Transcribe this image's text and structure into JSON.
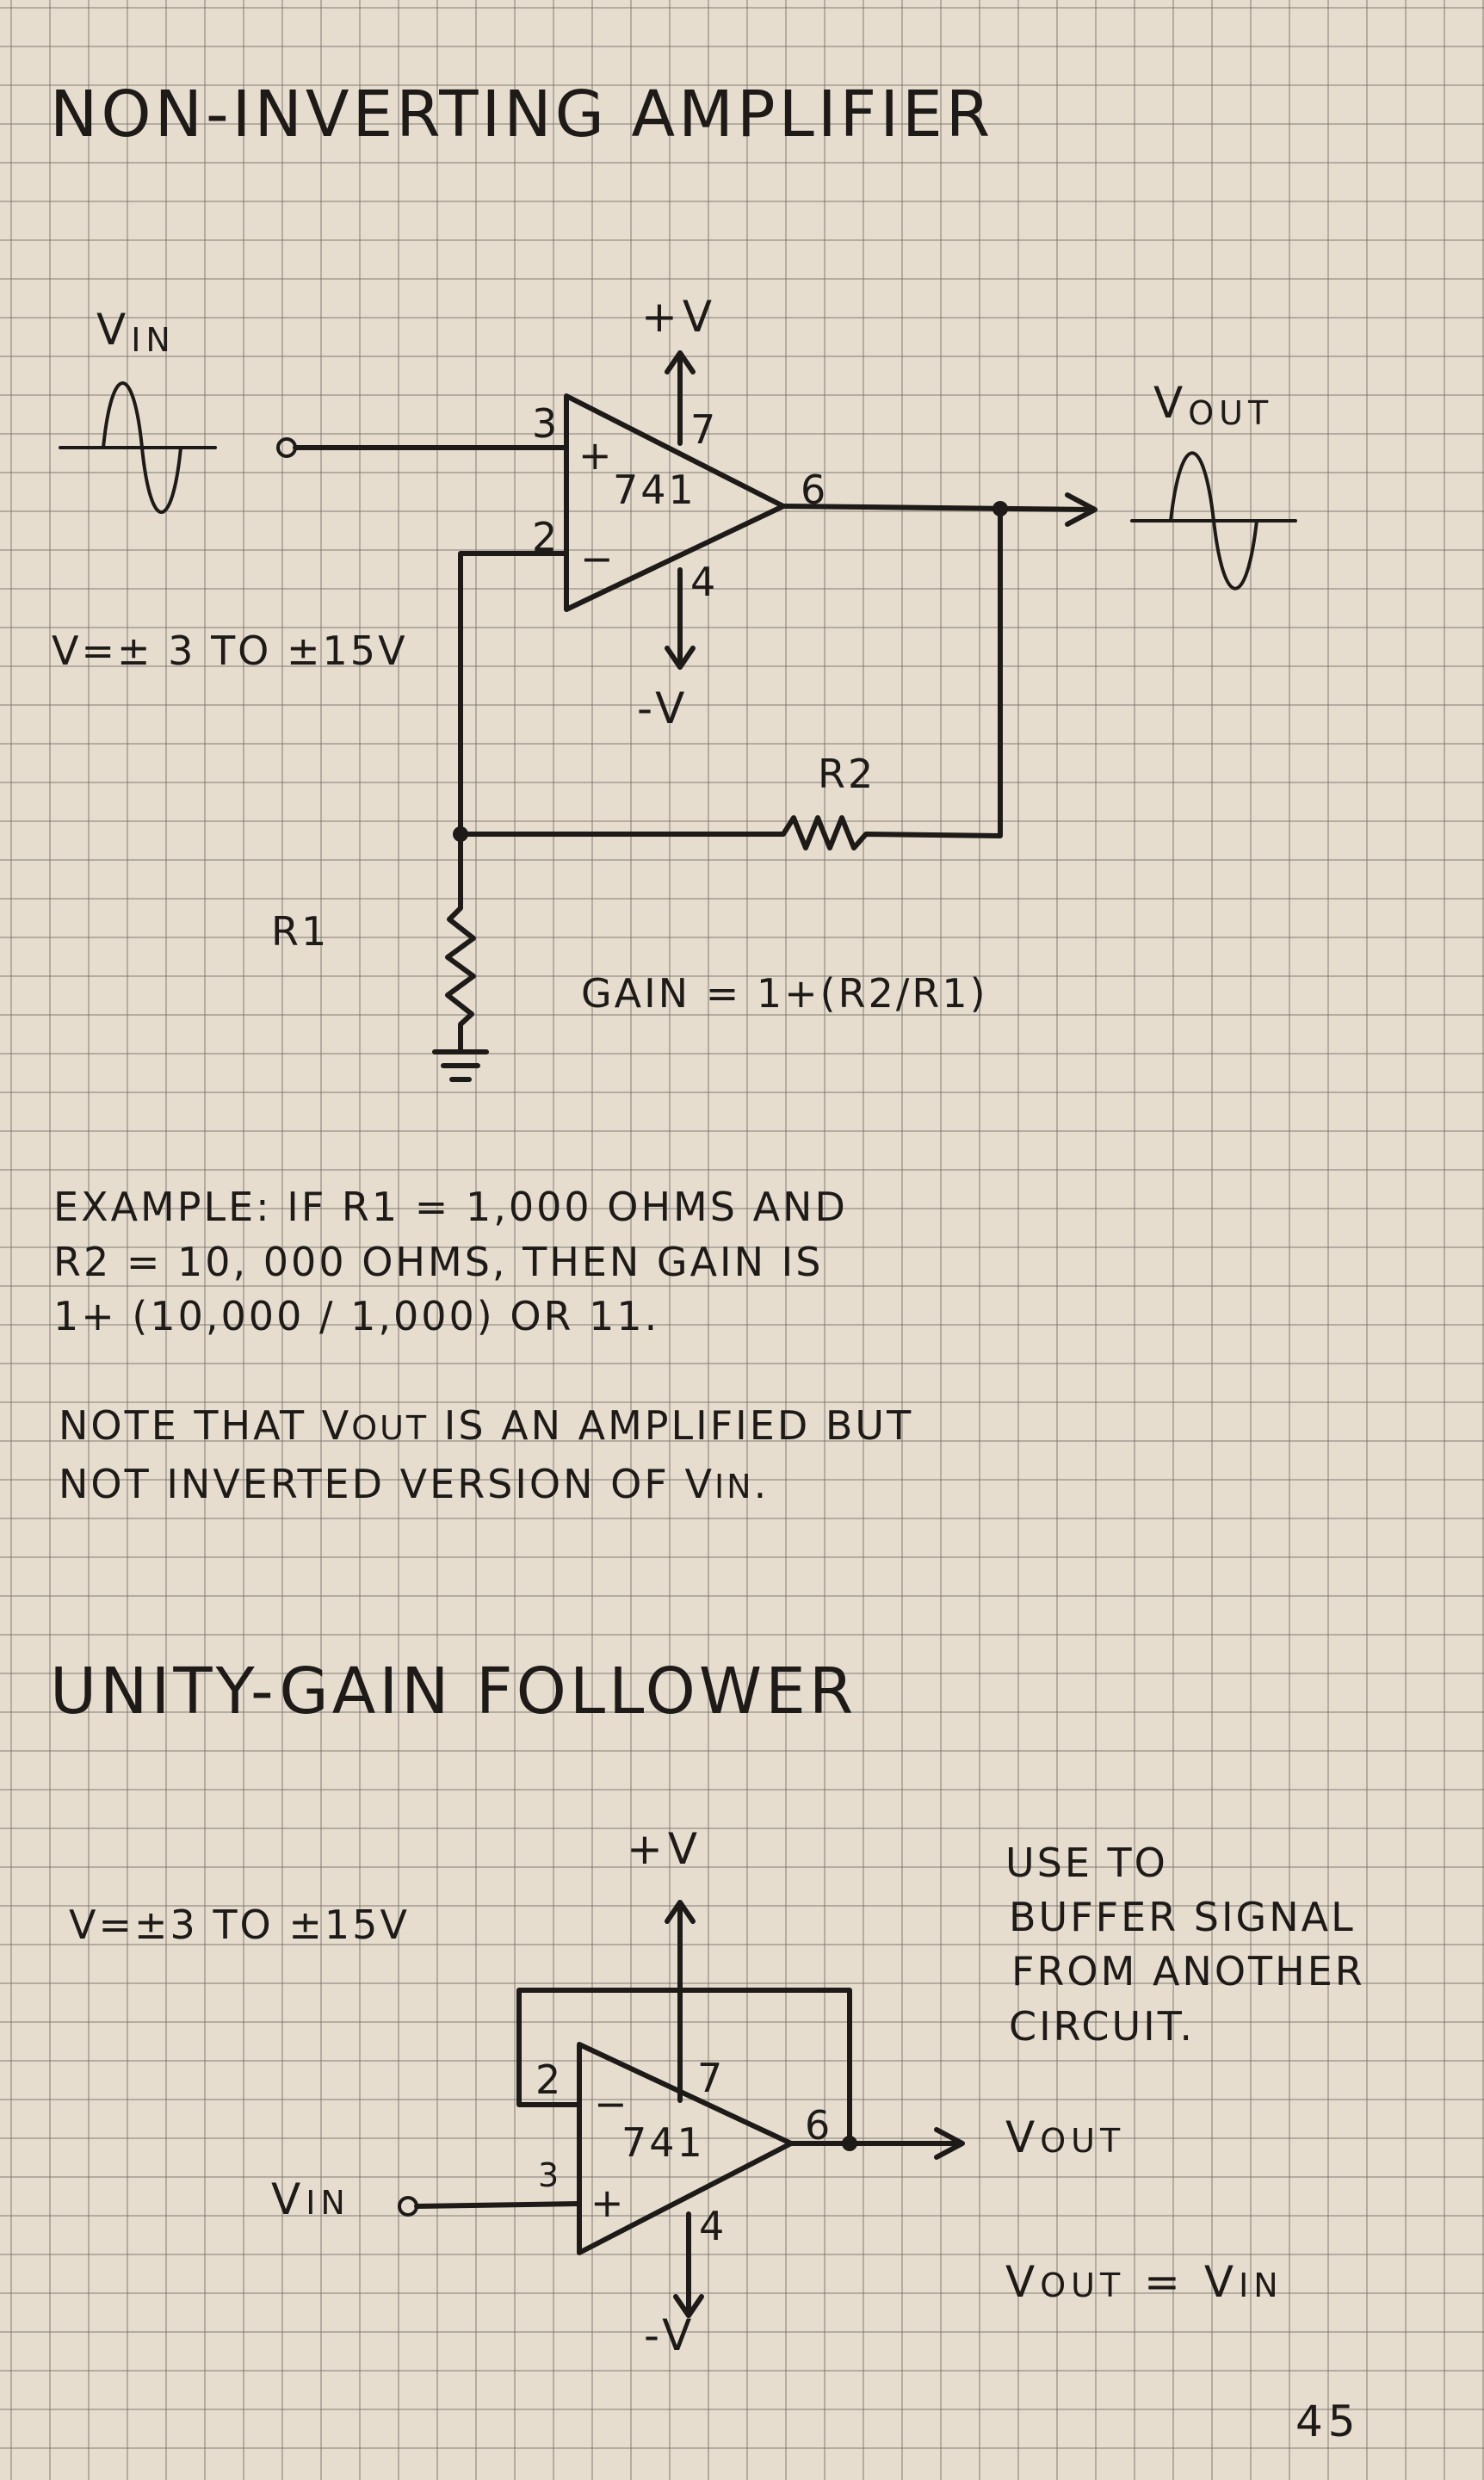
{
  "section1": {
    "title": "NON-INVERTING AMPLIFIER",
    "vin": {
      "main": "V",
      "sub": "IN"
    },
    "vout": {
      "main": "V",
      "sub": "OUT"
    },
    "plus_v": "+V",
    "minus_v": "-V",
    "chip": "741",
    "pins": {
      "p3": "3",
      "p2": "2",
      "p7": "7",
      "p4": "4",
      "p6": "6"
    },
    "plus_sign": "+",
    "minus_sign": "−",
    "supply": "V=± 3 TO ±15V",
    "r1": "R1",
    "r2": "R2",
    "gain": "GAIN = 1+(R2/R1)",
    "example": [
      "EXAMPLE:  IF  R1 = 1,000  OHMS  AND",
      "R2 = 10, 000  OHMS,  THEN  GAIN  IS",
      "1+ (10,000 / 1,000)  OR  11."
    ],
    "note": {
      "line1_a": "NOTE  THAT  ",
      "line1_b": "  IS  AN  AMPLIFIED  BUT",
      "line2_a": "NOT  INVERTED  VERSION  OF  ",
      "line2_b": "."
    }
  },
  "section2": {
    "title": "UNITY-GAIN  FOLLOWER",
    "supply": "V=±3 TO ±15V",
    "plus_v": "+V",
    "minus_v": "-V",
    "chip": "741",
    "pins": {
      "p2": "2",
      "p3": "3",
      "p7": "7",
      "p4": "4",
      "p6": "6"
    },
    "plus_sign": "+",
    "minus_sign": "−",
    "vin": {
      "main": "V",
      "sub": "IN"
    },
    "vout": {
      "main": "V",
      "sub": "OUT"
    },
    "usage": [
      "USE  TO",
      "BUFFER  SIGNAL",
      "FROM  ANOTHER",
      "CIRCUIT."
    ],
    "equation_eq": " = "
  },
  "page_number": "45"
}
